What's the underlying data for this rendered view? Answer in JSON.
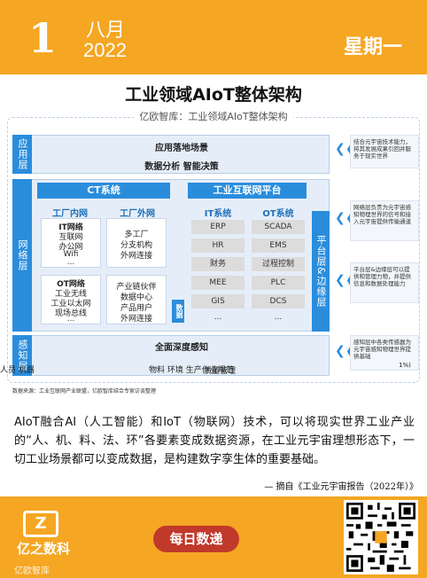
{
  "header": {
    "day": "1",
    "month": "八月",
    "year": "2022",
    "weekday": "星期一",
    "bg_color": "#f5a623"
  },
  "main_title": "工业领域AIoT整体架构",
  "diagram": {
    "subtitle": "亿欧智库：工业领域AIoT整体架构",
    "app_layer": {
      "label": "应用层",
      "scene": "应用落地场景",
      "decision": "数据分析 智能决策"
    },
    "network_layer": {
      "label": "网络层",
      "ct_system": "CT系统",
      "factory_intranet": {
        "title": "工厂内网",
        "box1": [
          "IT网络",
          "互联网",
          "办公网",
          "Wifi",
          "..."
        ],
        "box2": [
          "OT网络",
          "工业无线",
          "工业以太网",
          "现场总线",
          "..."
        ]
      },
      "factory_extranet": {
        "title": "工厂外网",
        "box1": [
          "多工厂",
          "分支机构",
          "外网连接"
        ],
        "box2": [
          "产业链伙伴",
          "数据中心",
          "产品用户",
          "外网连接"
        ]
      },
      "iip": "工业互联网平台",
      "it_system": {
        "title": "IT系统",
        "items": [
          "ERP",
          "HR",
          "财务",
          "MEE",
          "GIS",
          "..."
        ]
      },
      "ot_system": {
        "title": "OT系统",
        "items": [
          "SCADA",
          "EMS",
          "过程控制",
          "PLC",
          "DCS",
          "..."
        ]
      },
      "data_tag": "数据"
    },
    "platform_edge_label": "平台层&边缘层",
    "perception_layer": {
      "label": "感知层",
      "title": "全面深度感知",
      "items_left": "人员    机器",
      "items_right": "物料    环境    生产作业规范",
      "overlap": "质量管理"
    },
    "notes": [
      "结合元宇宙技术能力，将其发展成果引回并服务于现实世界",
      "网络层负责为元宇宙感知物理世界的信号和接入元宇宙提供传输通道",
      "平台层&边缘层可以提供和管理力物，并提供信息和数据处理能力",
      "感知层中各类传感器为元宇宙感知物理世界提供基础"
    ],
    "note_tail": "1%)"
  },
  "source": "数据来源：工业互联网产业联盟，亿欧智库结合专家访谈整理",
  "paragraph": "AIoT融合AI（人工智能）和IoT（物联网）技术，可以将现实世界工业产业的“人、机、料、法、环”各要素变成数据资源，在工业元宇宙理想形态下，一切工业场景都可以变成数据，是构建数字孪生体的重要基础。",
  "quote": "— 摘自《工业元宇宙报告（2022年）》",
  "footer": {
    "logo_mark": "Z",
    "logo_text": "亿之数科",
    "badge": "每日数递",
    "watermark": "亿欧智库"
  }
}
